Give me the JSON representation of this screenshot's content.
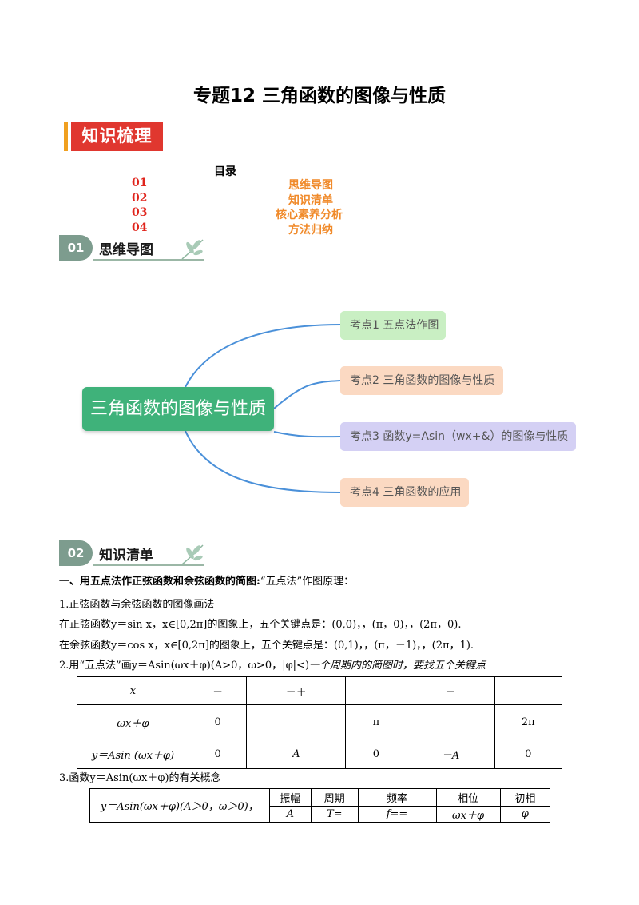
{
  "title": "专题12  三角函数的图像与性质",
  "banner": "知识梳理",
  "toc": {
    "heading": "目录",
    "items": [
      {
        "num": "01",
        "label": "思维导图"
      },
      {
        "num": "02",
        "label": "知识清单"
      },
      {
        "num": "03",
        "label": "核心素养分析"
      },
      {
        "num": "04",
        "label": "方法归纳"
      }
    ]
  },
  "section1": {
    "num": "01",
    "label": "思维导图"
  },
  "mindmap": {
    "center": "三角函数的图像与性质",
    "nodes": [
      {
        "label": "考点1 五点法作图",
        "color": "#c9efc3"
      },
      {
        "label": "考点2 三角函数的图像与性质",
        "color": "#fbd9c2"
      },
      {
        "label": "考点3  函数y=Asin（wx+&）的图像与性质",
        "color": "#d4d0f4"
      },
      {
        "label": "考点4 三角函数的应用",
        "color": "#fbd9c2"
      }
    ],
    "line_color": "#4a90d9"
  },
  "section2": {
    "num": "02",
    "label": "知识清单"
  },
  "content": {
    "heading1_bold": "一、用五点法作正弦函数和余弦函数的简图:",
    "heading1_rest": "“五点法”作图原理：",
    "p1": "1.正弦函数与余弦函数的图像画法",
    "p2": "在正弦函数y＝sin x，x∈[0,2π]的图象上，五个关键点是：(0,0)，，(π，0)，，(2π，0).",
    "p3": "在余弦函数y＝cos x，x∈[0,2π]的图象上，五个关键点是：(0,1)，，(π，－1)，，(2π，1).",
    "p4_normal": "2.用“五点法”画y＝Asin(ωx＋φ)(A>0，ω>0，|φ|<)",
    "p4_italic": "一个周期内的简图时，要找五个关键点",
    "table1": [
      [
        "x",
        "－",
        "－＋",
        "",
        "－",
        ""
      ],
      [
        "ωx＋φ",
        "0",
        "",
        "π",
        "",
        "2π"
      ],
      [
        "y＝Asin (ωx＋φ)",
        "0",
        "A",
        "0",
        "－A",
        "0"
      ]
    ],
    "p5": "3.函数y＝Asin(ωx＋φ)的有关概念",
    "table2": {
      "left": "y＝Asin(ωx＋φ)(A＞0，ω＞0)，",
      "headers": [
        "振幅",
        "周期",
        "频率",
        "相位",
        "初相"
      ],
      "values": [
        "A",
        "T=",
        "f==",
        "ωx＋φ",
        "φ"
      ]
    }
  }
}
